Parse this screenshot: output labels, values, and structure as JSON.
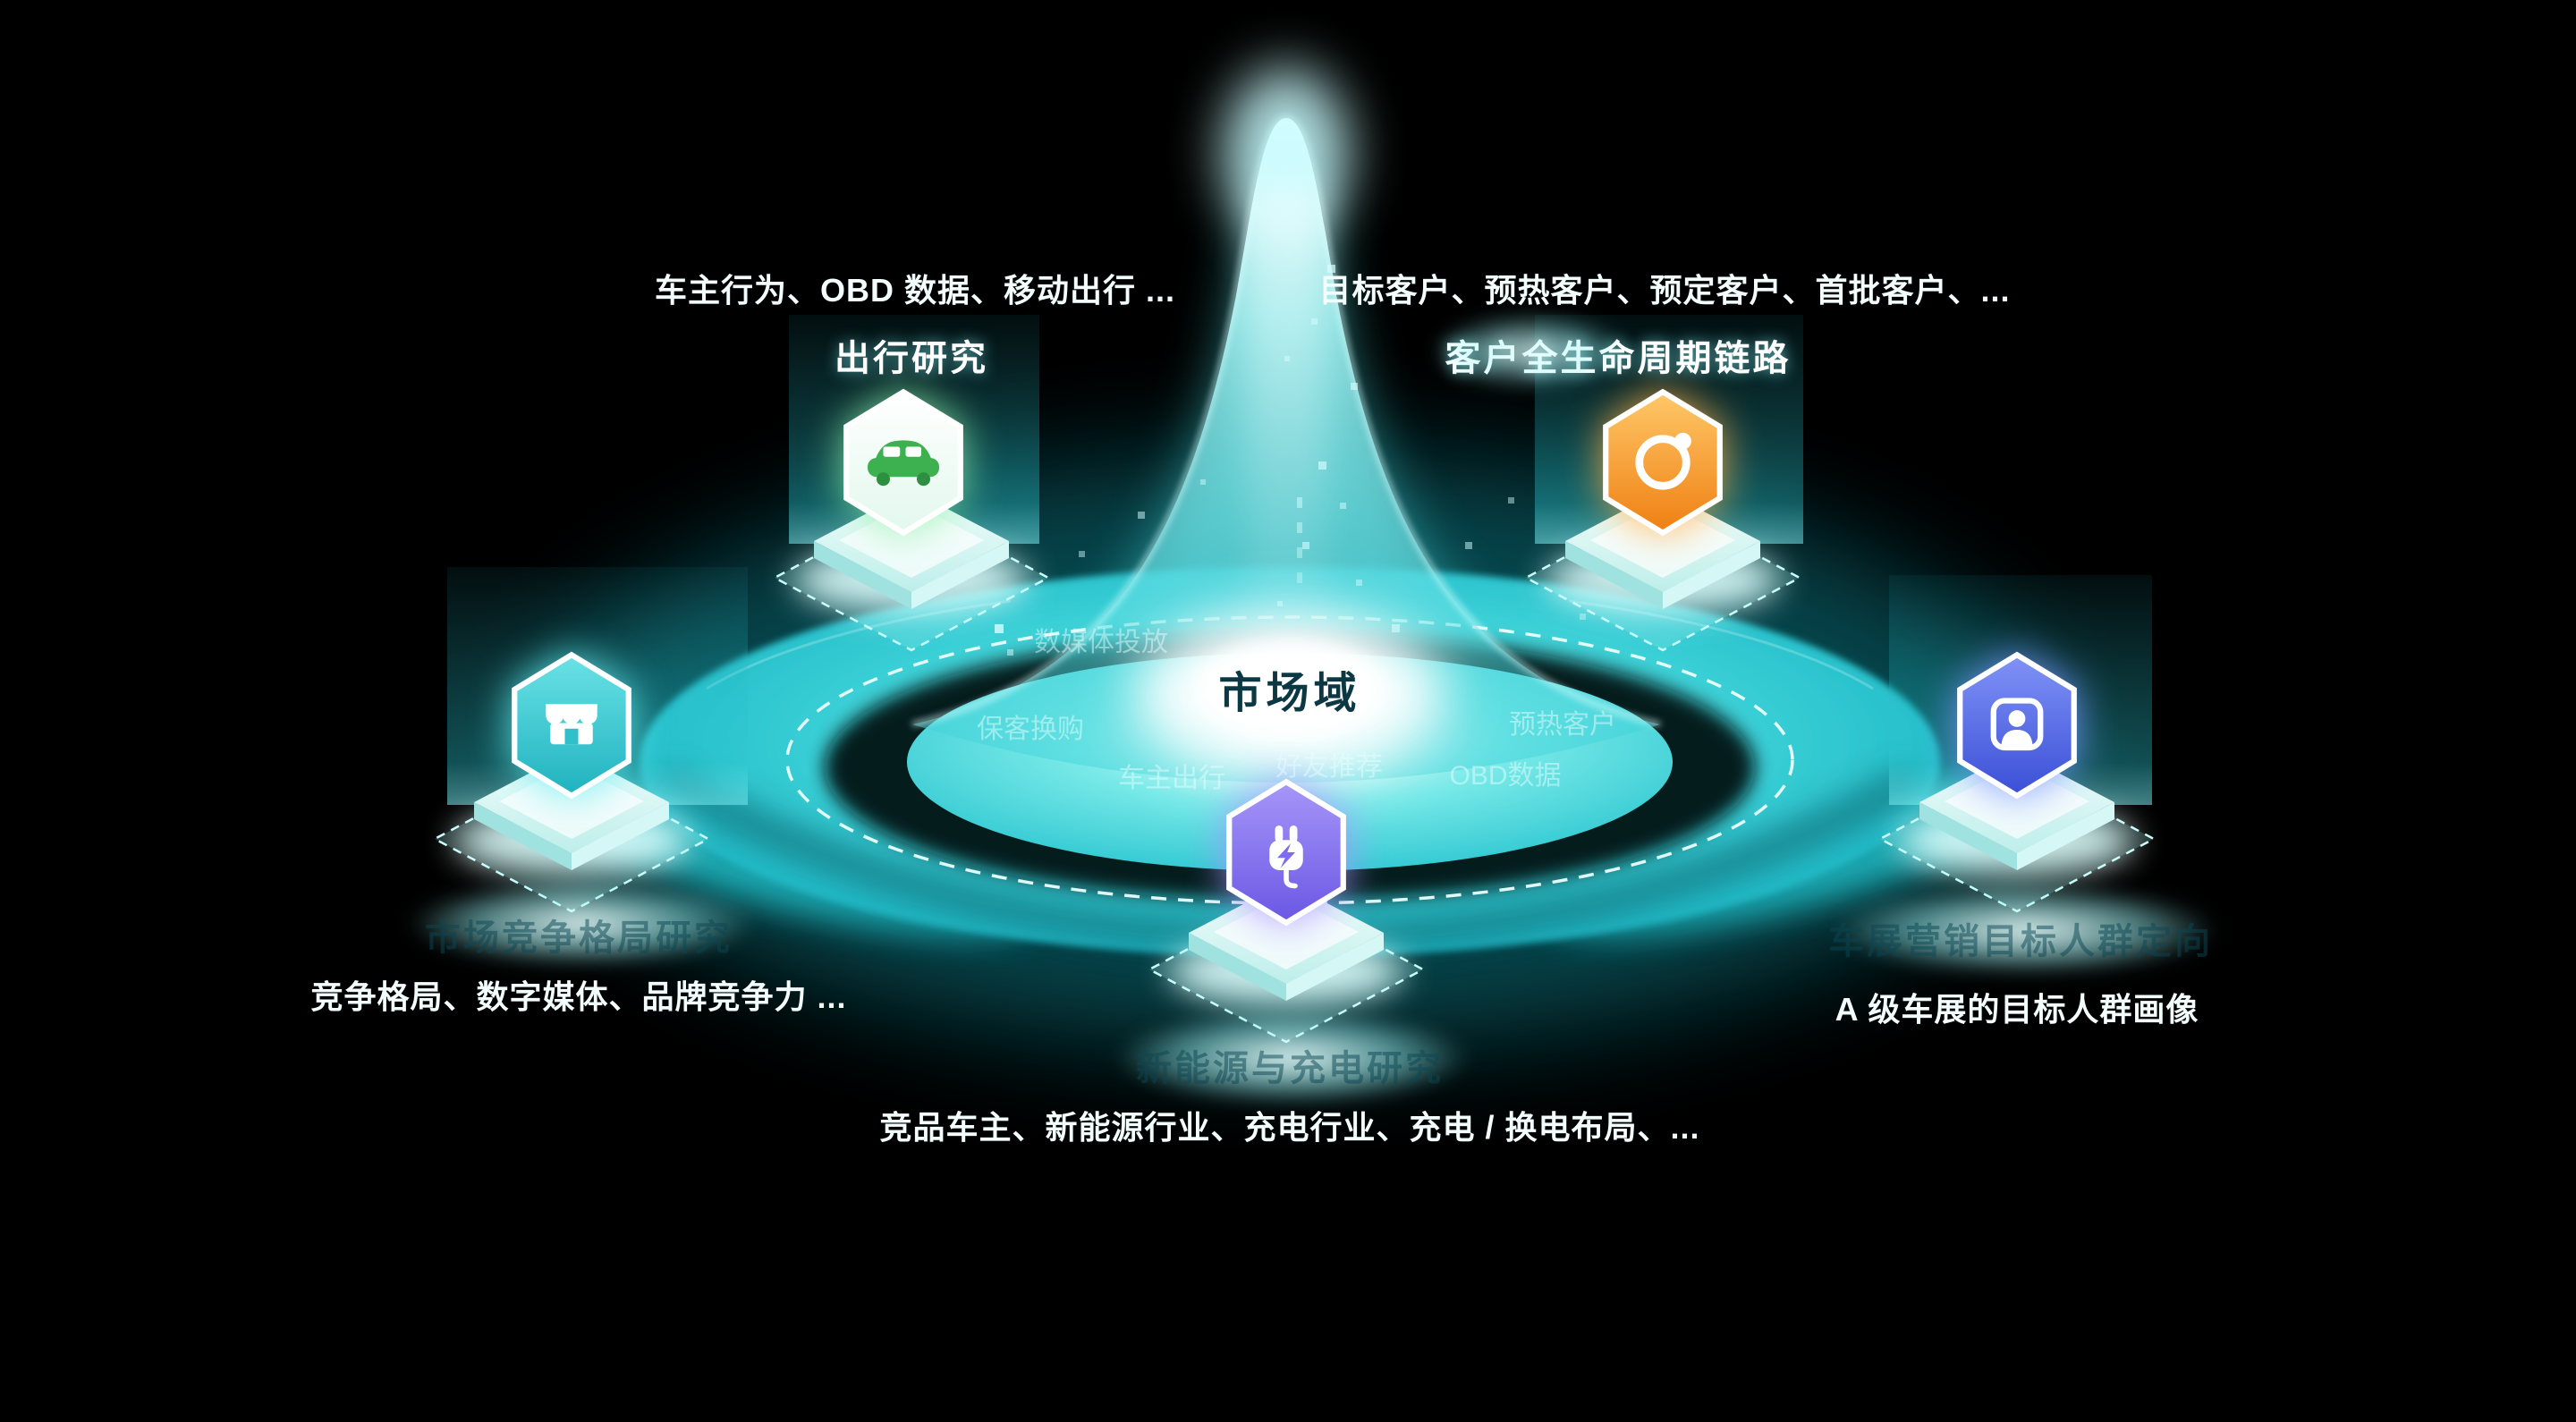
{
  "center": {
    "label": "市场域"
  },
  "nodes": {
    "travel": {
      "title": "出行研究",
      "subtitle": "车主行为、OBD 数据、移动出行 ...",
      "icon": "car-icon",
      "accent": "#3DB14F"
    },
    "lifecycle": {
      "title": "客户全生命周期链路",
      "subtitle": "目标客户、预热客户、预定客户、首批客户、...",
      "icon": "aperture-icon",
      "accent": "#F28A1D"
    },
    "competition": {
      "title": "市场竞争格局研究",
      "subtitle": "竞争格局、数字媒体、品牌竞争力 ...",
      "icon": "storefront-icon",
      "accent": "#2FC3CC"
    },
    "charging": {
      "title": "新能源与充电研究",
      "subtitle": "竞品车主、新能源行业、充电行业、充电 / 换电布局、...",
      "icon": "charging-plug-icon",
      "accent": "#7D6CF0"
    },
    "audience": {
      "title": "车展营销目标人群定向",
      "subtitle": "A 级车展的目标人群画像",
      "icon": "person-badge-icon",
      "accent": "#4656DC"
    }
  },
  "ring_labels": {
    "l1": "数媒体投放",
    "l2": "保客换购",
    "l3": "车主出行",
    "l4": "好友推荐",
    "l5": "OBD数据",
    "l6": "预热客户"
  },
  "colors": {
    "background": "#000000",
    "disk": "#2BC8D2",
    "glow": "#7FF0EF",
    "center_label_text": "#0C3844"
  }
}
